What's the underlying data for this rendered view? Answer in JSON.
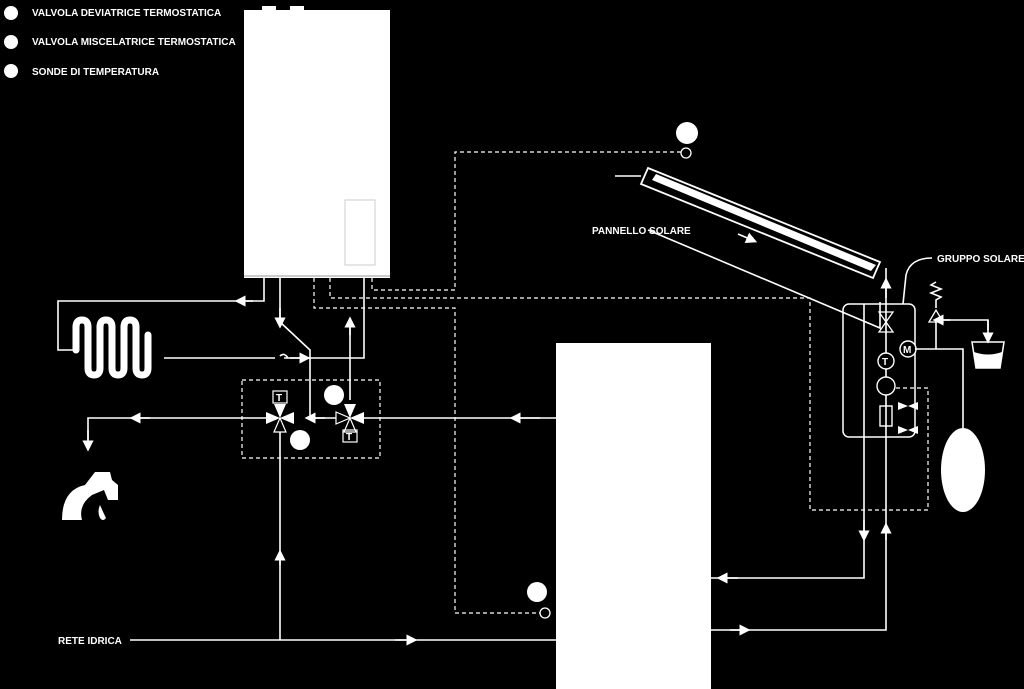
{
  "legend": {
    "items": [
      {
        "label": "VALVOLA DEVIATRICE TERMOSTATICA",
        "marker": "white-circle"
      },
      {
        "label": "VALVOLA MISCELATRICE TERMOSTATICA",
        "marker": "white-circle"
      },
      {
        "label": "SONDE DI TEMPERATURA",
        "marker": "white-circle"
      }
    ]
  },
  "labels": {
    "solar_panel": "PANNELLO SOLARE",
    "solar_group": "GRUPPO SOLARE",
    "water_mains": "RETE IDRICA"
  },
  "symbols": {
    "thermostat": "T",
    "motor": "M"
  },
  "colors": {
    "background": "#000000",
    "lines": "#ffffff"
  }
}
